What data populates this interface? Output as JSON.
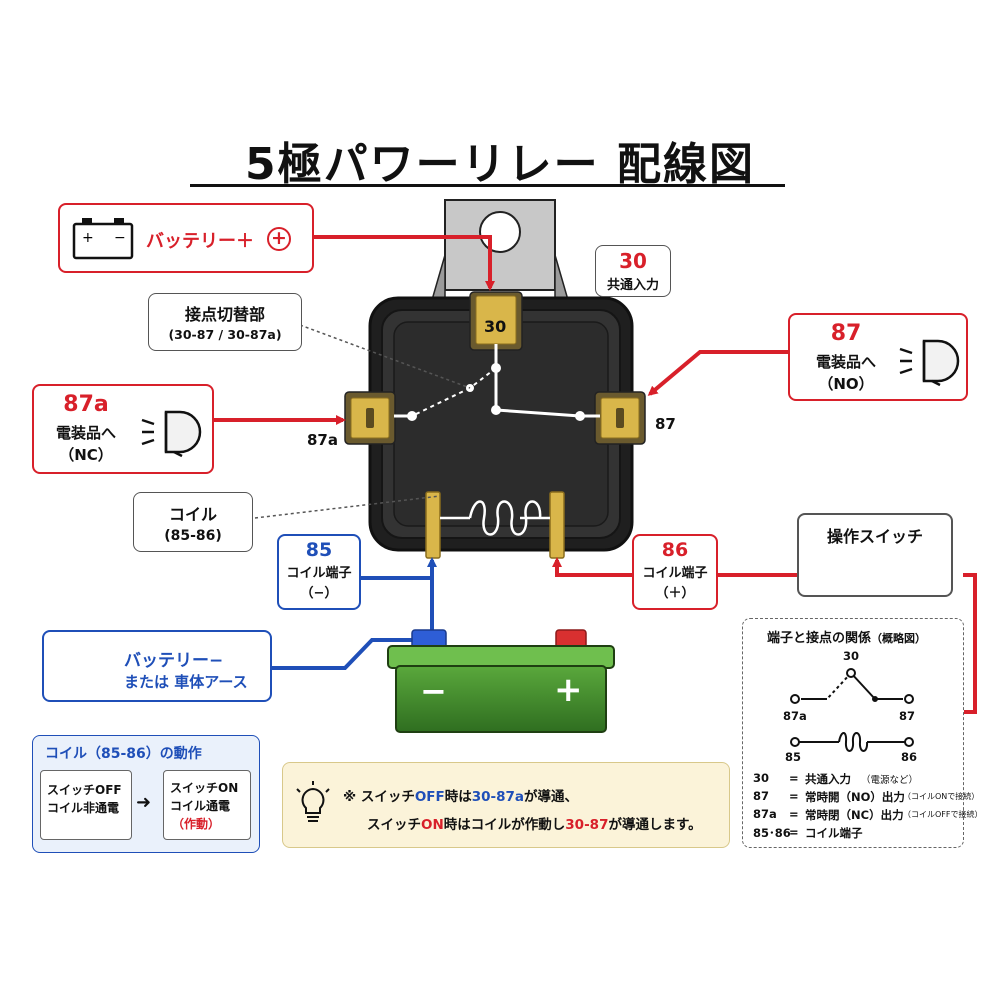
{
  "title": "5極パワーリレー 配線図",
  "battery_plus": {
    "label": "バッテリー＋",
    "plus_symbol": "+"
  },
  "term30": {
    "num": "30",
    "desc": "共通入力"
  },
  "contact": {
    "title": "接点切替部",
    "sub": "(30-87 / 30-87a)"
  },
  "term87": {
    "num": "87",
    "desc": "電装品へ",
    "sub": "（NO）"
  },
  "term87a": {
    "num": "87a",
    "desc": "電装品へ",
    "sub": "（NC）"
  },
  "coil": {
    "title": "コイル",
    "sub": "(85-86)"
  },
  "term85": {
    "num": "85",
    "desc": "コイル端子",
    "sub": "（−）"
  },
  "term86": {
    "num": "86",
    "desc": "コイル端子",
    "sub": "（＋）"
  },
  "switch": {
    "title": "操作スイッチ"
  },
  "ground": {
    "line1": "バッテリー−",
    "line2": "または 車体アース"
  },
  "battery": {
    "minus": "−",
    "plus": "+"
  },
  "relay_labels": {
    "pin30": "30",
    "pin87": "87",
    "pin87a": "87a"
  },
  "coil_action": {
    "title": "コイル（85-86）の動作",
    "off_line1": "スイッチOFF",
    "off_line2": "コイル非通電",
    "arrow": "➜",
    "on_line1": "スイッチON",
    "on_line2": "コイル通電",
    "on_line3": "（作動）"
  },
  "note": {
    "mark": "※",
    "l1_a": "スイッチ",
    "l1_b": "OFF",
    "l1_c": "時は",
    "l1_d": "30-87a",
    "l1_e": "が導通、",
    "l2_a": "スイッチ",
    "l2_b": "ON",
    "l2_c": "時はコイルが作動し",
    "l2_d": "30-87",
    "l2_e": "が導通します。"
  },
  "legend": {
    "title": "端子と接点の関係",
    "title_sub": "（概略図）",
    "lbl30": "30",
    "lbl87a": "87a",
    "lbl87": "87",
    "lbl85": "85",
    "lbl86": "86",
    "rows": [
      {
        "k": "30",
        "eq": "=",
        "v": "共通入力",
        "note": "（電源など）"
      },
      {
        "k": "87",
        "eq": "=",
        "v": "常時開（NO）出力",
        "note": "（コイルONで接続）"
      },
      {
        "k": "87a",
        "eq": "=",
        "v": "常時閉（NC）出力",
        "note": "（コイルOFFで接続）"
      },
      {
        "k": "85･86",
        "eq": "=",
        "v": "コイル端子",
        "note": ""
      }
    ]
  },
  "colors": {
    "red": "#d8202a",
    "blue": "#1f4fb8",
    "relay_body": "#2b2b2b",
    "battery_green": "#3d8a2a",
    "note_bg": "#fbf3d9",
    "coil_bg": "#eaf1fb"
  }
}
